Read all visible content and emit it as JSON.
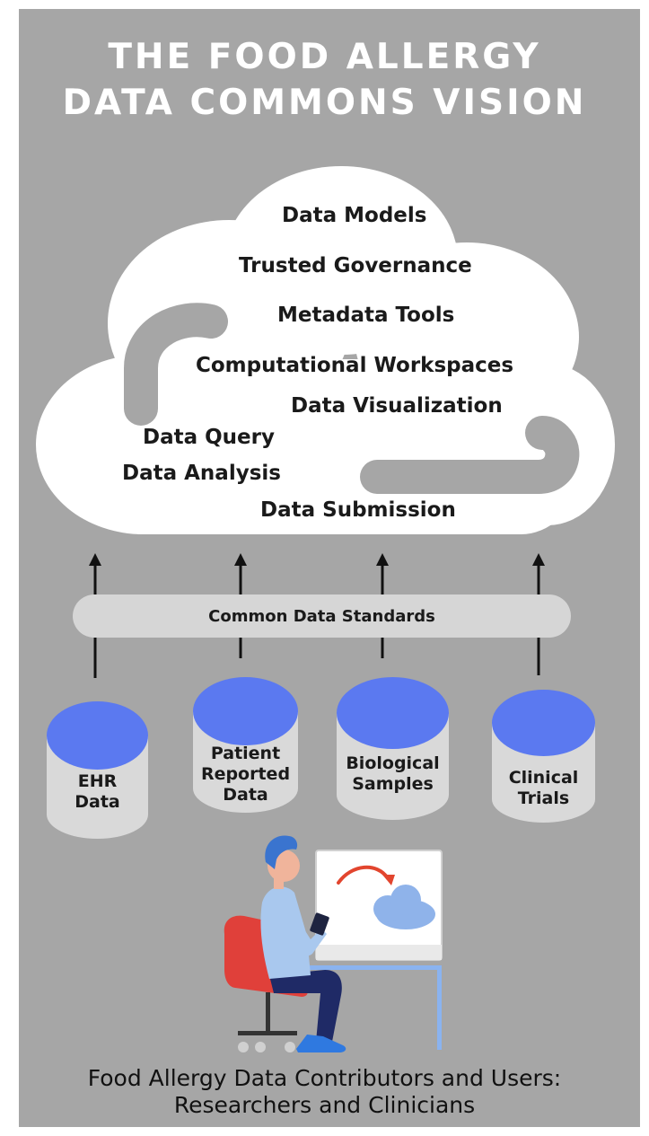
{
  "title": {
    "line1": "THE FOOD ALLERGY",
    "line2": "DATA COMMONS VISION"
  },
  "cloud_items": [
    "Data Models",
    "Trusted Governance",
    "Metadata Tools",
    "Computational Workspaces",
    "Data Visualization",
    "Data Query",
    "Data Analysis",
    "Data Submission"
  ],
  "standards_bar": "Common Data Standards",
  "data_sources": [
    {
      "lines": [
        "EHR",
        "Data"
      ]
    },
    {
      "lines": [
        "Patient",
        "Reported",
        "Data"
      ]
    },
    {
      "lines": [
        "Biological",
        "Samples"
      ]
    },
    {
      "lines": [
        "Clinical",
        "Trials"
      ]
    }
  ],
  "footer": {
    "line1": "Food Allergy Data Contributors and Users:",
    "line2": "Researchers and Clinicians"
  },
  "colors": {
    "background": "#a6a6a6",
    "cloud": "#ffffff",
    "cylinder_top": "#5b79f0",
    "cylinder_body": "#d9d9d9",
    "bar": "#d6d6d6"
  }
}
